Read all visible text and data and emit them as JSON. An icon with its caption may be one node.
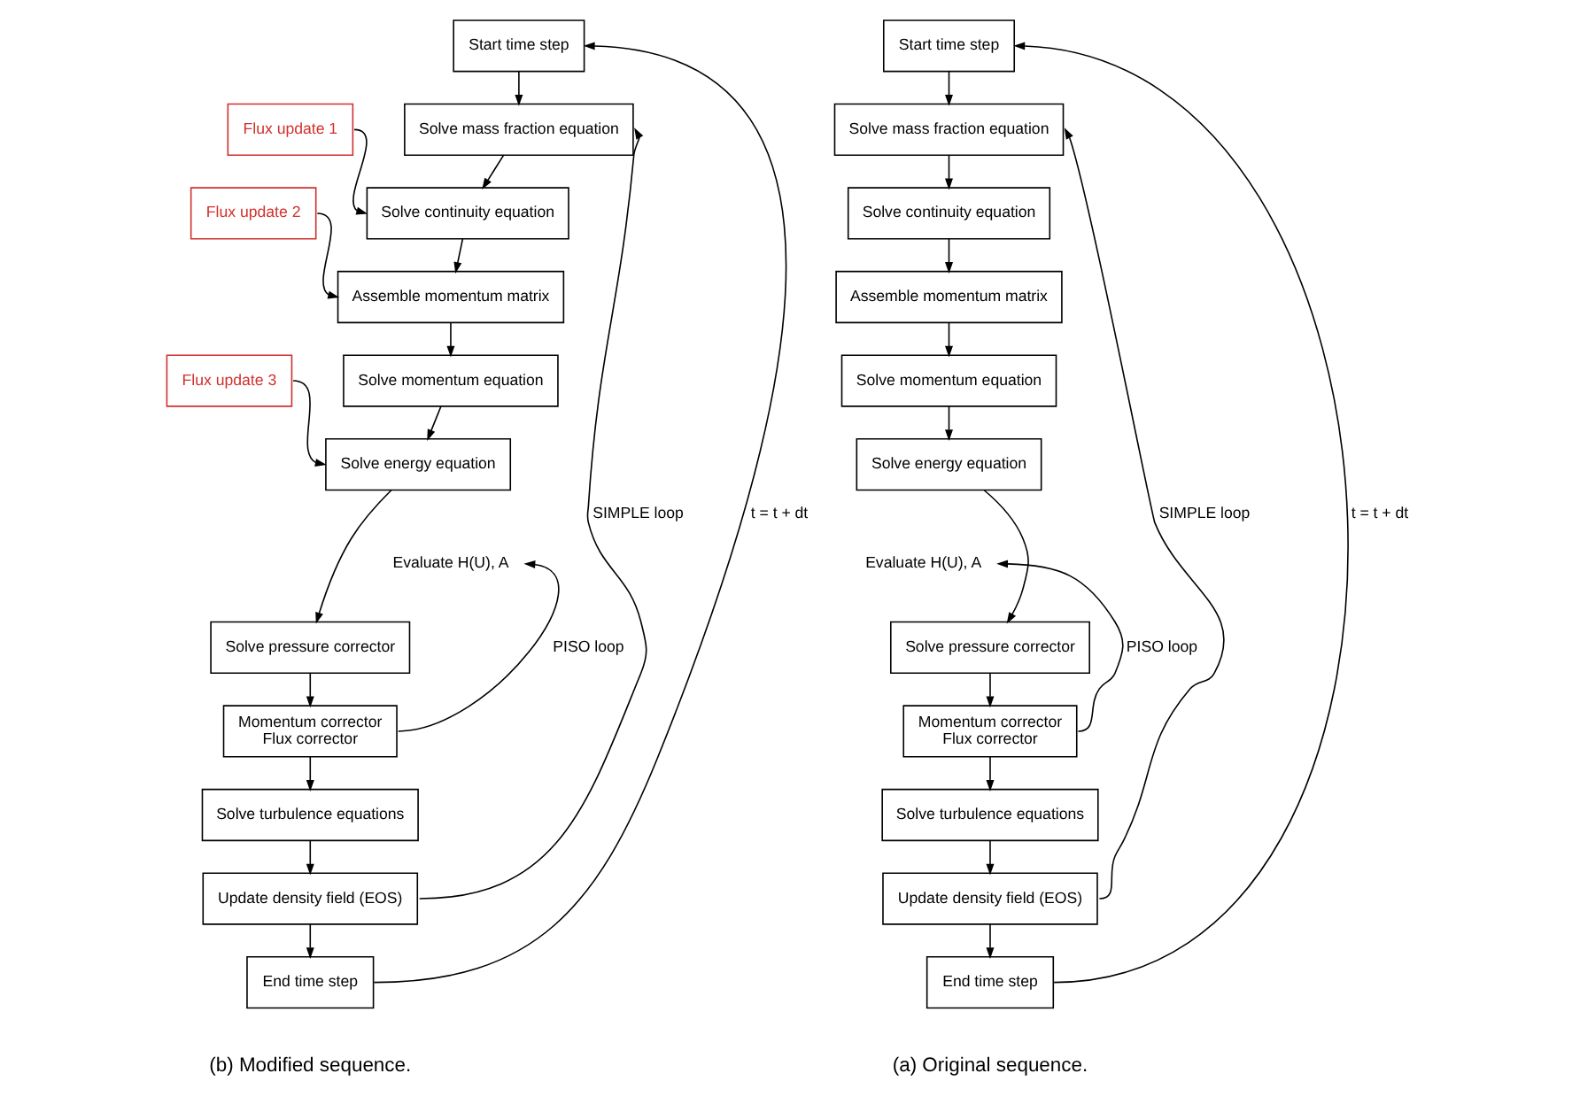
{
  "diagram": {
    "nodes": [
      {
        "text": [
          "Start time step"
        ]
      },
      {
        "text": [
          "Solve mass fraction equation"
        ]
      },
      {
        "text": [
          "Solve continuity equation"
        ]
      },
      {
        "text": [
          "Assemble momentum matrix"
        ]
      },
      {
        "text": [
          "Solve momentum equation"
        ]
      },
      {
        "text": [
          "Solve energy equation"
        ]
      },
      {
        "text": [
          "Evaluate H(U), A"
        ]
      },
      {
        "text": [
          "Solve pressure corrector"
        ]
      },
      {
        "text": [
          "Momentum corrector",
          "Flux corrector"
        ]
      },
      {
        "text": [
          "Solve turbulence equations"
        ]
      },
      {
        "text": [
          "Update density field (EOS)"
        ]
      },
      {
        "text": [
          "End time step"
        ]
      },
      {
        "text": [
          "Start time step"
        ]
      },
      {
        "text": [
          "Solve mass fraction equation"
        ]
      },
      {
        "text": [
          "Flux update 1"
        ]
      },
      {
        "text": [
          "Solve continuity equation"
        ]
      },
      {
        "text": [
          "Flux update 2"
        ]
      },
      {
        "text": [
          "Assemble momentum matrix"
        ]
      },
      {
        "text": [
          "Solve momentum equation"
        ]
      },
      {
        "text": [
          "Flux update 3"
        ]
      },
      {
        "text": [
          "Solve energy equation"
        ]
      },
      {
        "text": [
          "Evaluate H(U), A"
        ]
      },
      {
        "text": [
          "Solve pressure corrector"
        ]
      },
      {
        "text": [
          "Momentum corrector",
          "Flux corrector"
        ]
      },
      {
        "text": [
          "Solve turbulence equations"
        ]
      },
      {
        "text": [
          "Update density field (EOS)"
        ]
      },
      {
        "text": [
          "End time step"
        ]
      }
    ],
    "edges": [
      {
        "from": 0,
        "to": 1,
        "arrow": "to"
      },
      {
        "from": 1,
        "to": 2,
        "arrow": "to"
      },
      {
        "from": 2,
        "to": 3,
        "arrow": "to"
      },
      {
        "from": 3,
        "to": 4,
        "arrow": "to"
      },
      {
        "from": 4,
        "to": 5,
        "arrow": "to"
      },
      {
        "from": 5,
        "to": 7,
        "arrow": "to"
      },
      {
        "from": 7,
        "to": 8,
        "arrow": "to"
      },
      {
        "from": 8,
        "to": 9,
        "arrow": "to"
      },
      {
        "from": 9,
        "to": 10,
        "arrow": "to"
      },
      {
        "from": 10,
        "to": 11,
        "arrow": "to"
      },
      {
        "from": 8,
        "to": 6,
        "arrow": "to",
        "label": "PISO loop"
      },
      {
        "from": 10,
        "to": 1,
        "arrow": "to",
        "label": "SIMPLE loop"
      },
      {
        "from": 11,
        "to": 0,
        "arrow": "to",
        "label": "t = t + dt"
      },
      {
        "from": 12,
        "to": 13,
        "arrow": "to"
      },
      {
        "from": 13,
        "to": 15,
        "arrow": "to"
      },
      {
        "from": 14,
        "to": 15,
        "arrow": "to"
      },
      {
        "from": 15,
        "to": 17,
        "arrow": "to"
      },
      {
        "from": 16,
        "to": 17,
        "arrow": "to"
      },
      {
        "from": 17,
        "to": 18,
        "arrow": "to"
      },
      {
        "from": 18,
        "to": 20,
        "arrow": "to"
      },
      {
        "from": 19,
        "to": 20,
        "arrow": "to"
      },
      {
        "from": 20,
        "to": 22,
        "arrow": "to"
      },
      {
        "from": 22,
        "to": 23,
        "arrow": "to"
      },
      {
        "from": 23,
        "to": 24,
        "arrow": "to"
      },
      {
        "from": 24,
        "to": 25,
        "arrow": "to"
      },
      {
        "from": 25,
        "to": 26,
        "arrow": "to"
      },
      {
        "from": 23,
        "to": 21,
        "arrow": "to",
        "label": "PISO loop"
      },
      {
        "from": 25,
        "to": 13,
        "arrow": "to",
        "label": "SIMPLE loop"
      },
      {
        "from": 26,
        "to": 12,
        "arrow": "to",
        "label": "t = t + dt"
      }
    ],
    "labels": [
      "(a) Original sequence.",
      "(b) Modified sequence."
    ]
  }
}
